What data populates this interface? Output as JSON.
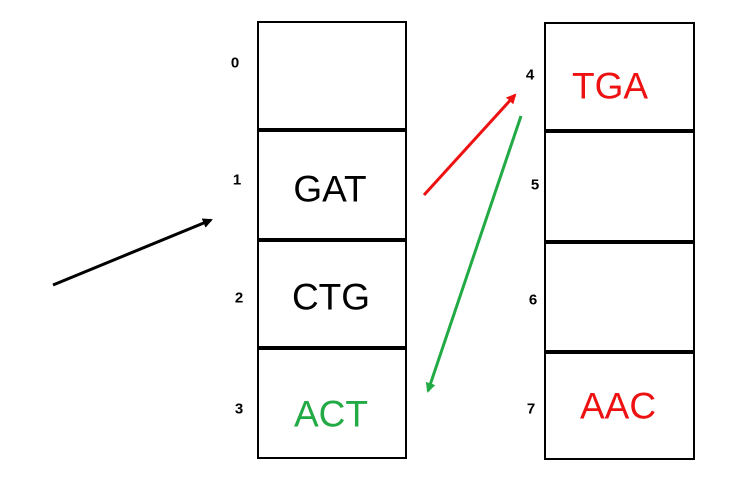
{
  "colors": {
    "black": "#000000",
    "red": "#ee1111",
    "green": "#22aa44"
  },
  "left_table": {
    "slots": [
      {
        "index": "0",
        "value": "",
        "color": "#000000"
      },
      {
        "index": "1",
        "value": "GAT",
        "color": "#000000"
      },
      {
        "index": "2",
        "value": "CTG",
        "color": "#000000"
      },
      {
        "index": "3",
        "value": "ACT",
        "color": "#22aa44"
      }
    ]
  },
  "right_table": {
    "slots": [
      {
        "index": "4",
        "value": "TGA",
        "color": "#ee1111"
      },
      {
        "index": "5",
        "value": "",
        "color": "#000000"
      },
      {
        "index": "6",
        "value": "",
        "color": "#000000"
      },
      {
        "index": "7",
        "value": "AAC",
        "color": "#ee1111"
      }
    ]
  }
}
